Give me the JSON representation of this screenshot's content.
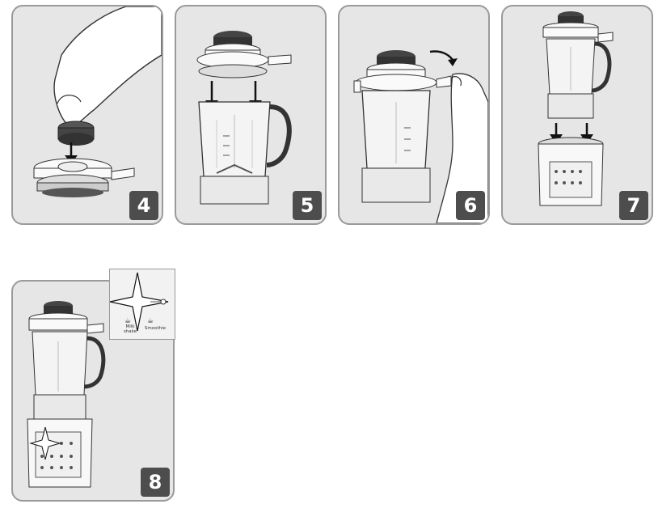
{
  "steps": [
    {
      "number": "4"
    },
    {
      "number": "5"
    },
    {
      "number": "6"
    },
    {
      "number": "7"
    },
    {
      "number": "8"
    }
  ],
  "inset": {
    "label_milkshake": "Milk shake",
    "label_smoothie": "Smoothie"
  },
  "colors": {
    "panel_bg": "#e6e6e6",
    "panel_border": "#9a9a9a",
    "badge_bg": "#4d4d4d",
    "badge_text": "#ffffff"
  }
}
